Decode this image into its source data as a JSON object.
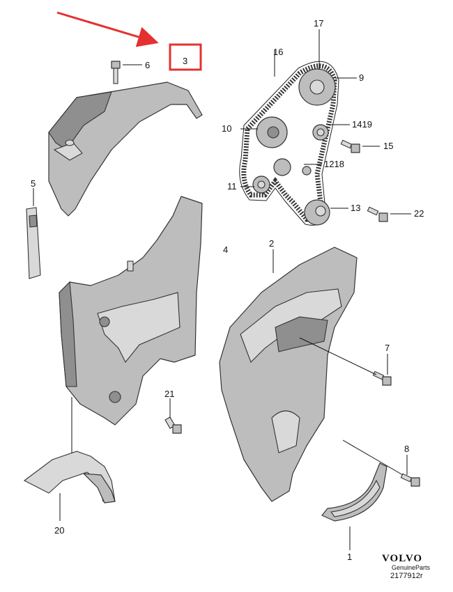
{
  "diagram": {
    "callouts": {
      "c1": "1",
      "c2": "2",
      "c3": "3",
      "c4": "4",
      "c5": "5",
      "c6": "6",
      "c7": "7",
      "c8": "8",
      "c9": "9",
      "c10": "10",
      "c11": "11",
      "c13": "13",
      "c15": "15",
      "c16": "16",
      "c17": "17",
      "c20": "20",
      "c21": "21",
      "c22": "22",
      "c1419": "1419",
      "c1218": "1218"
    },
    "highlight": {
      "label": "3",
      "color": "#e53030"
    },
    "arrow_color": "#e53030"
  },
  "brand": {
    "name": "VOLVO",
    "subtitle": "GenuineParts",
    "number": "2177912r"
  }
}
